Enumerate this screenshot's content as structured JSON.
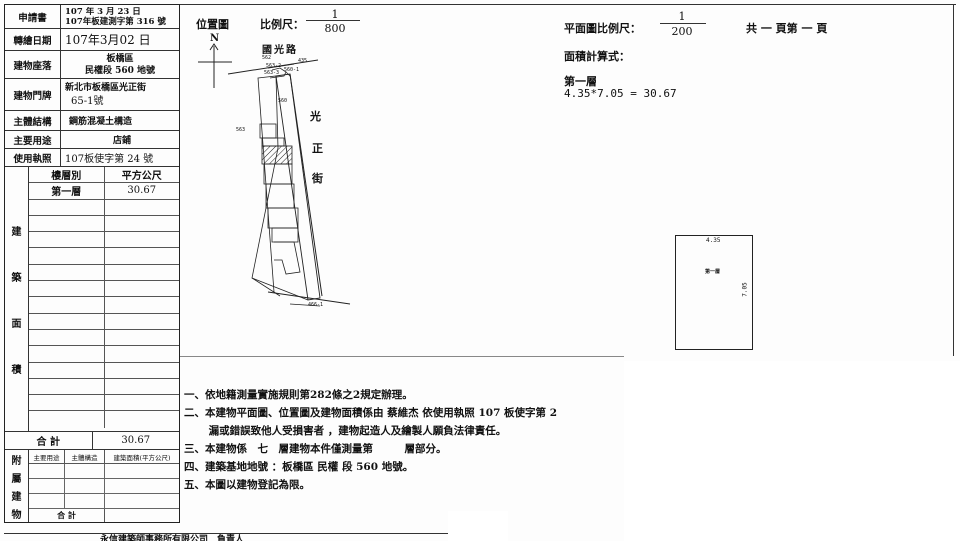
{
  "header": {
    "cert_label": "申請書",
    "cert_value_line1": "107 年 3 月 23 日",
    "cert_value_line2": "107年板建測字第 316 號",
    "date_label": "轉繪日期",
    "date_value": "107年3月02 日",
    "location_label": "建物座落",
    "location_value_line1": "板橋區",
    "location_value_line2": "民權段 560 地號",
    "address_label": "建物門牌",
    "address_value_line1": "新北市板橋區光正街",
    "address_value_line2": "65-1號",
    "structure_label": "主體結構",
    "structure_value": "鋼筋混凝土構造",
    "usage_label": "主要用途",
    "usage_value": "店鋪",
    "license_label": "使用執照",
    "license_value": "107板使字第 24 號"
  },
  "area_table": {
    "side_label": [
      "建",
      "築",
      "面",
      "積"
    ],
    "col_floor": "樓層別",
    "col_sqm": "平方公尺",
    "rows": [
      {
        "floor": "第一層",
        "sqm": "30.67"
      }
    ],
    "sum_label": "合 計",
    "sum_value": "30.67"
  },
  "attach_table": {
    "side_label": [
      "附",
      "屬",
      "建",
      "物"
    ],
    "col_use": "主要用途",
    "col_struct": "主體構造",
    "col_area": "建築面積(平方公尺)",
    "total_label": "合 計"
  },
  "location_map": {
    "title": "位置圖",
    "scale_label": "比例尺：",
    "scale_num": "1",
    "scale_den": "800",
    "north": "N",
    "road_name": "國光路",
    "street_chars": [
      "光",
      "正",
      "街"
    ],
    "parcels": [
      "562",
      "563-2",
      "563-3",
      "560-1",
      "435",
      "560",
      "563",
      "466-1"
    ]
  },
  "floor_plan": {
    "scale_label": "平面圖比例尺：",
    "scale_num": "1",
    "scale_den": "200",
    "pages": "共 一 頁第 一 頁",
    "calc_label": "面積計算式：",
    "floor_label": "第一層",
    "formula": "4.35*7.05 = 30.67",
    "dim_width": "4.35",
    "dim_height": "7.05",
    "room_label": "第一層"
  },
  "notes": [
    "一、依地籍測量實施規則第282條之2規定辦理。",
    "二、本建物平面圖、位置圖及建物面積係由 蔡維杰 依使用執照 107 板使字第 2",
    "　　 漏或錯誤致他人受損害者 ，建物起造人及繪製人願負法律責任。",
    "三、本建物係　七　層建物本件僅測量第　　　層部分。",
    "四、建築基地地號 ：板橋區 民權 段 560 地號。",
    "五、本圖以建物登記為限。"
  ],
  "footer_partial": "永信建築師事務所有限公司　負責人"
}
